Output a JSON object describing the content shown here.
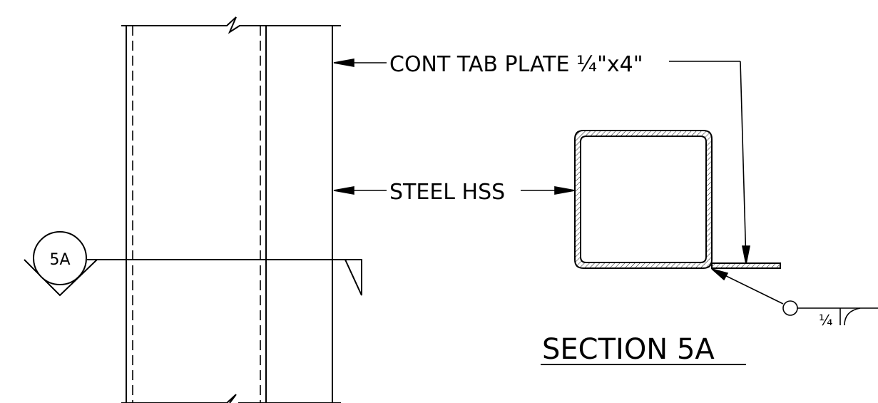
{
  "labels": {
    "tab_plate": "CONT TAB PLATE ¼\"x4\"",
    "steel_hss": "STEEL HSS",
    "section_title": "SECTION 5A",
    "section_tag": "5A",
    "weld_size": "¼"
  },
  "colors": {
    "line": "#000000",
    "background": "#ffffff"
  }
}
